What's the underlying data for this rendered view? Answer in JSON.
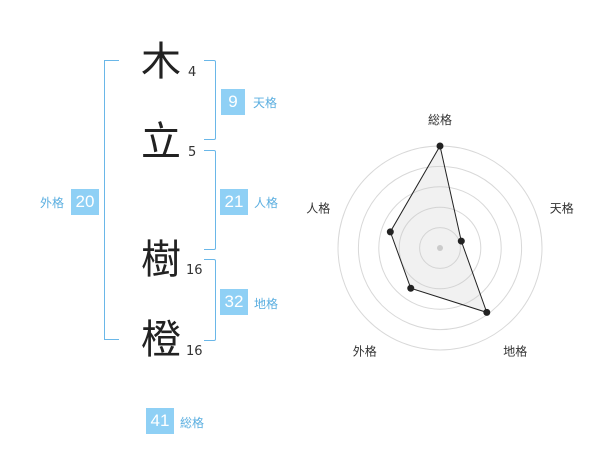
{
  "characters": [
    {
      "kanji": "木",
      "strokes": "4"
    },
    {
      "kanji": "立",
      "strokes": "5"
    },
    {
      "kanji": "樹",
      "strokes": "16"
    },
    {
      "kanji": "橙",
      "strokes": "16"
    }
  ],
  "fortunes": {
    "tenkaku": {
      "value": "9",
      "label": "天格"
    },
    "jinkaku": {
      "value": "21",
      "label": "人格"
    },
    "chikaku": {
      "value": "32",
      "label": "地格"
    },
    "gaikaku": {
      "value": "20",
      "label": "外格"
    },
    "soukaku": {
      "value": "41",
      "label": "総格"
    }
  },
  "colors": {
    "accent": "#8fd0f5",
    "bracket": "#6ab7e8"
  },
  "chart_data": {
    "type": "radar",
    "axes": [
      "総格",
      "天格",
      "地格",
      "外格",
      "人格"
    ],
    "values": [
      41,
      9,
      32,
      20,
      21
    ],
    "rmax": 41,
    "rings": 5,
    "grid": true
  }
}
